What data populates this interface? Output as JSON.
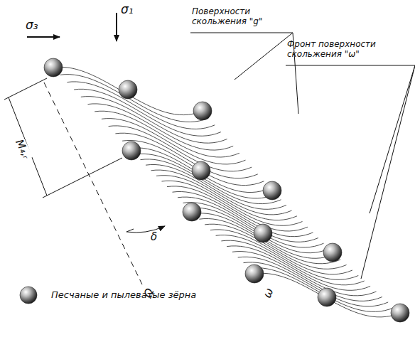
{
  "diagram": {
    "labels": [
      "σ₁",
      "σ₃",
      "Поверхности скольжения \"g\"",
      "Фронт поверхности скольжения \"ω\"",
      "M₄,ᵣ",
      "δ",
      "Ω",
      "ω"
    ],
    "legend": [
      {
        "text": "Песчаные и пылеватые зёрна"
      }
    ]
  }
}
